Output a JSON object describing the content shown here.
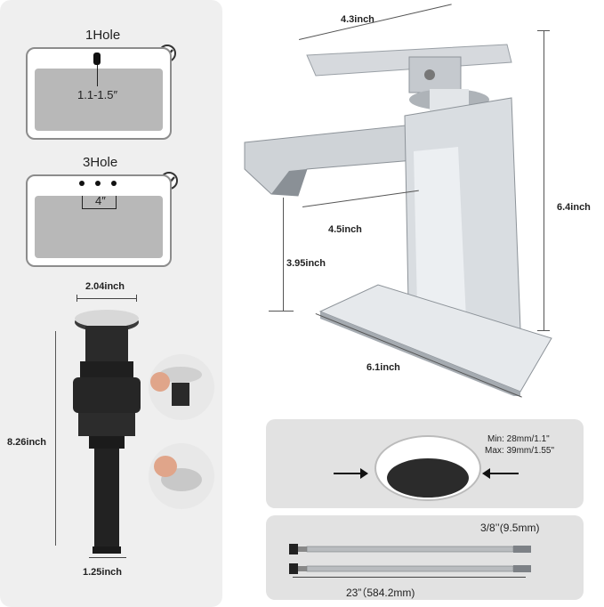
{
  "holes": {
    "one_hole": {
      "title": "1Hole",
      "size": "1.1-1.5″",
      "check_icon": "check-circle-icon"
    },
    "three_hole": {
      "title": "3Hole",
      "spacing": "4″",
      "check_icon": "check-circle-icon"
    }
  },
  "drain": {
    "top_width": "2.04inch",
    "height": "8.26inch",
    "bottom_width": "1.25inch"
  },
  "faucet": {
    "handle_width": "4.3inch",
    "height": "6.4inch",
    "reach": "4.5inch",
    "spout_height": "3.95inch",
    "plate_length": "6.1inch"
  },
  "hole_spec": {
    "min": "Min: 28mm/1.1\"",
    "max": "Max: 39mm/1.55\""
  },
  "hose": {
    "diameter": "3/8’’(9.5mm)",
    "length": "23”（584.2mm)"
  },
  "colors": {
    "panel": "#efefef",
    "basin": "#b8b8b8",
    "chrome": "#c9cdd2",
    "drain": "#2a2a2a"
  }
}
